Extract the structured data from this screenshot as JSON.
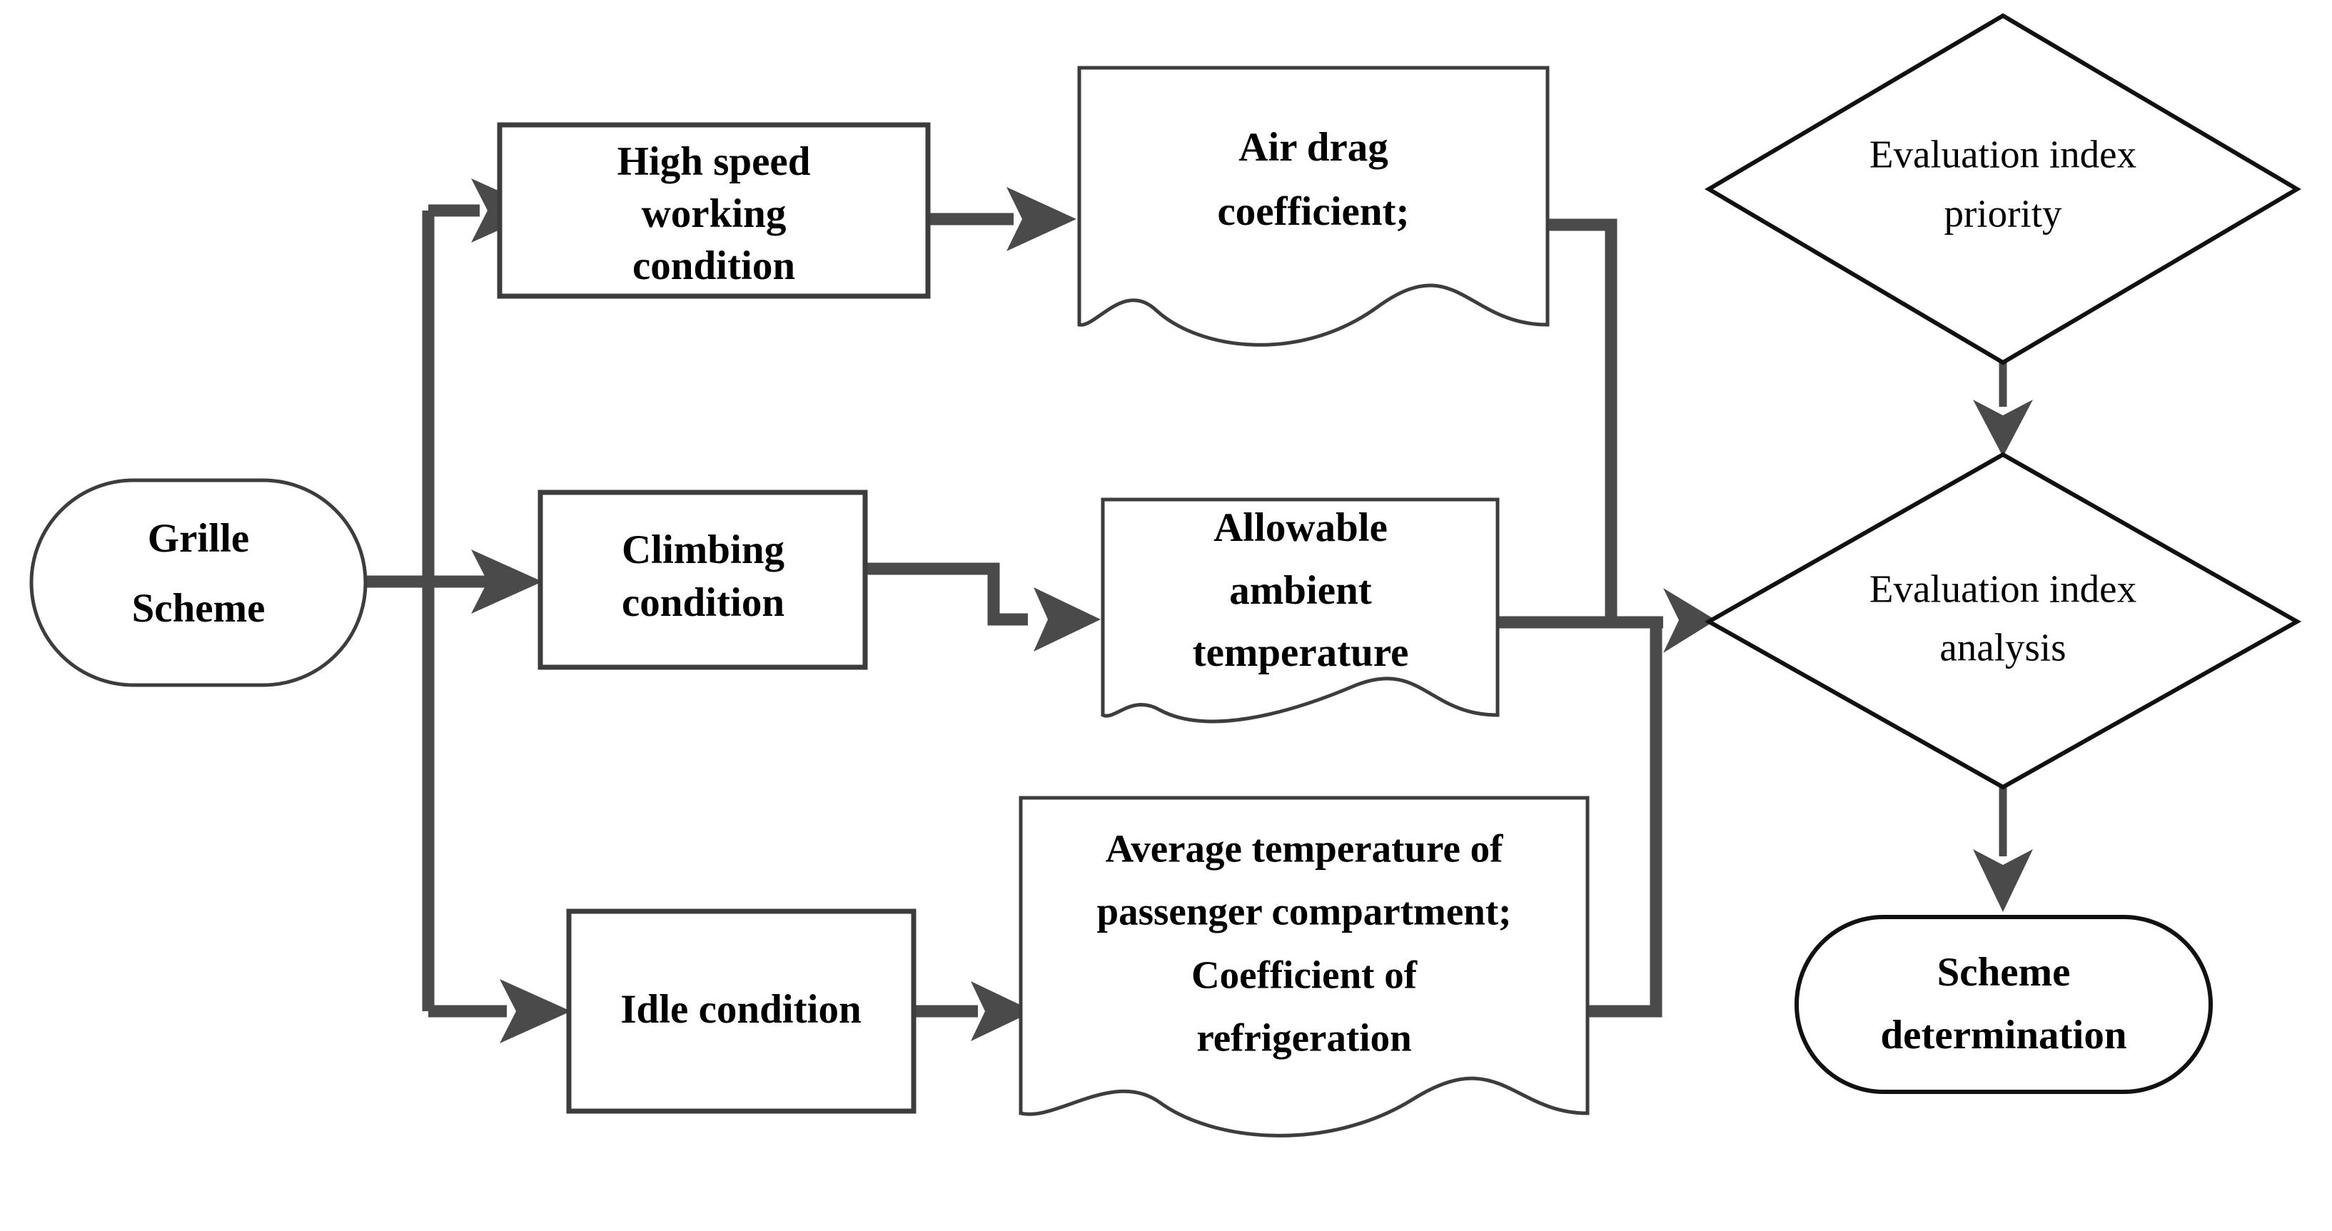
{
  "diagram": {
    "title": "Grille Scheme evaluation flowchart",
    "type": "flowchart",
    "background_color": "#ffffff",
    "line_color": "#4a4a4a",
    "shape_outline_color": "#3d3d3d",
    "diamond_outline_color": "#111111",
    "text_color": "#000000"
  },
  "nodes": {
    "start": {
      "shape": "rounded-terminator",
      "line1": "Grille",
      "line2": "Scheme"
    },
    "condition_high_speed": {
      "shape": "rectangle",
      "line1": "High  speed",
      "line2": "working",
      "line3": "condition"
    },
    "condition_climbing": {
      "shape": "rectangle",
      "line1": "Climbing",
      "line2": "condition"
    },
    "condition_idle": {
      "shape": "rectangle",
      "line1": "Idle condition"
    },
    "output_air_drag": {
      "shape": "document",
      "line1": "Air drag",
      "line2": "coefficient;"
    },
    "output_ambient_temp": {
      "shape": "document",
      "line1": "Allowable",
      "line2": "ambient",
      "line3": "temperature"
    },
    "output_cabin": {
      "shape": "document",
      "line1": "Average temperature of",
      "line2": "passenger compartment;",
      "line3": "Coefficient of",
      "line4": "refrigeration"
    },
    "decision_priority": {
      "shape": "diamond",
      "line1": "Evaluation index",
      "line2": "priority"
    },
    "decision_analysis": {
      "shape": "diamond",
      "line1": "Evaluation index",
      "line2": "analysis"
    },
    "end": {
      "shape": "rounded-terminator",
      "line1": "Scheme",
      "line2": "determination"
    }
  },
  "edges": [
    {
      "name": "start-to-branch",
      "from": "start",
      "to": "branch-bus",
      "arrow": false
    },
    {
      "name": "branch-to-high-speed",
      "from": "branch-bus",
      "to": "condition_high_speed",
      "arrow": true
    },
    {
      "name": "branch-to-climbing",
      "from": "branch-bus",
      "to": "condition_climbing",
      "arrow": true
    },
    {
      "name": "branch-to-idle",
      "from": "branch-bus",
      "to": "condition_idle",
      "arrow": true
    },
    {
      "name": "high-speed-to-air-drag",
      "from": "condition_high_speed",
      "to": "output_air_drag",
      "arrow": true
    },
    {
      "name": "climbing-to-ambient",
      "from": "condition_climbing",
      "to": "output_ambient_temp",
      "arrow": true
    },
    {
      "name": "idle-to-cabin",
      "from": "condition_idle",
      "to": "output_cabin",
      "arrow": true
    },
    {
      "name": "air-drag-to-analysis",
      "from": "output_air_drag",
      "to": "decision_analysis",
      "arrow": false
    },
    {
      "name": "ambient-to-analysis",
      "from": "output_ambient_temp",
      "to": "decision_analysis",
      "arrow": true
    },
    {
      "name": "cabin-to-analysis",
      "from": "output_cabin",
      "to": "decision_analysis",
      "arrow": false
    },
    {
      "name": "priority-to-analysis",
      "from": "decision_priority",
      "to": "decision_analysis",
      "arrow": true
    },
    {
      "name": "analysis-to-end",
      "from": "decision_analysis",
      "to": "end",
      "arrow": true
    }
  ]
}
